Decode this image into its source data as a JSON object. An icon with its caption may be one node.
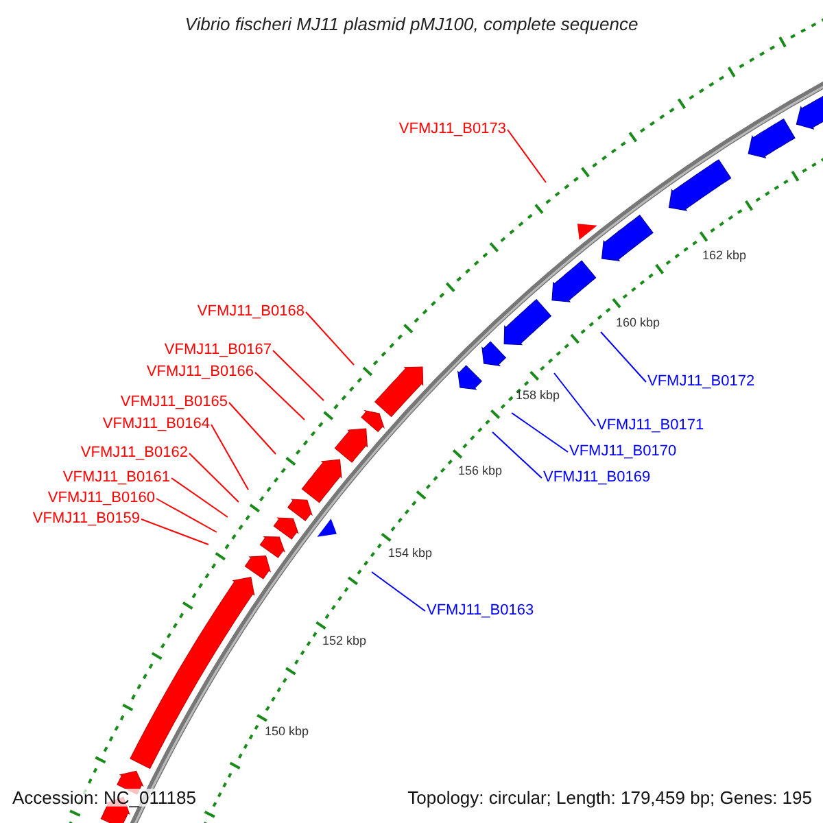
{
  "diagram": {
    "title": "Vibrio fischeri MJ11 plasmid pMJ100, complete sequence",
    "nodes": [
      {
        "text": [
          "VFMJ11_B0173"
        ]
      },
      {
        "text": [
          "VFMJ11_B0168"
        ]
      },
      {
        "text": [
          "VFMJ11_B0167"
        ]
      },
      {
        "text": [
          "VFMJ11_B0166"
        ]
      },
      {
        "text": [
          "VFMJ11_B0172"
        ]
      },
      {
        "text": [
          "VFMJ11_B0165"
        ]
      },
      {
        "text": [
          "VFMJ11_B0164"
        ]
      },
      {
        "text": [
          "VFMJ11_B0171"
        ]
      },
      {
        "text": [
          "VFMJ11_B0170"
        ]
      },
      {
        "text": [
          "VFMJ11_B0162"
        ]
      },
      {
        "text": [
          "VFMJ11_B0169"
        ]
      },
      {
        "text": [
          "VFMJ11_B0161"
        ]
      },
      {
        "text": [
          "VFMJ11_B0160"
        ]
      },
      {
        "text": [
          "VFMJ11_B0159"
        ]
      },
      {
        "text": [
          "VFMJ11_B0163"
        ]
      }
    ],
    "edges": [
      {
        "from": 0,
        "to": null,
        "arrow": "none"
      },
      {
        "from": 1,
        "to": null,
        "arrow": "none"
      },
      {
        "from": 2,
        "to": null,
        "arrow": "none"
      },
      {
        "from": 3,
        "to": null,
        "arrow": "none"
      },
      {
        "from": 4,
        "to": null,
        "arrow": "none",
        "color": "#0000ff"
      },
      {
        "from": 5,
        "to": null,
        "arrow": "none"
      },
      {
        "from": 6,
        "to": null,
        "arrow": "none"
      },
      {
        "from": 7,
        "to": null,
        "arrow": "none",
        "color": "#0000ff"
      },
      {
        "from": 8,
        "to": null,
        "arrow": "none",
        "color": "#0000ff"
      },
      {
        "from": 9,
        "to": null,
        "arrow": "none"
      },
      {
        "from": 10,
        "to": null,
        "arrow": "none",
        "color": "#0000ff"
      },
      {
        "from": 11,
        "to": null,
        "arrow": "none"
      },
      {
        "from": 12,
        "to": null,
        "arrow": "none"
      },
      {
        "from": 13,
        "to": null,
        "arrow": "none"
      },
      {
        "from": 14,
        "to": null,
        "arrow": "none",
        "color": "#0000ff"
      }
    ],
    "labels": [
      "162 kbp",
      "160 kbp",
      "158 kbp",
      "156 kbp",
      "154 kbp",
      "152 kbp",
      "150 kbp",
      "Accession: NC_011185",
      "Topology: circular; Length: 179,459 bp; Genes: 195"
    ]
  }
}
